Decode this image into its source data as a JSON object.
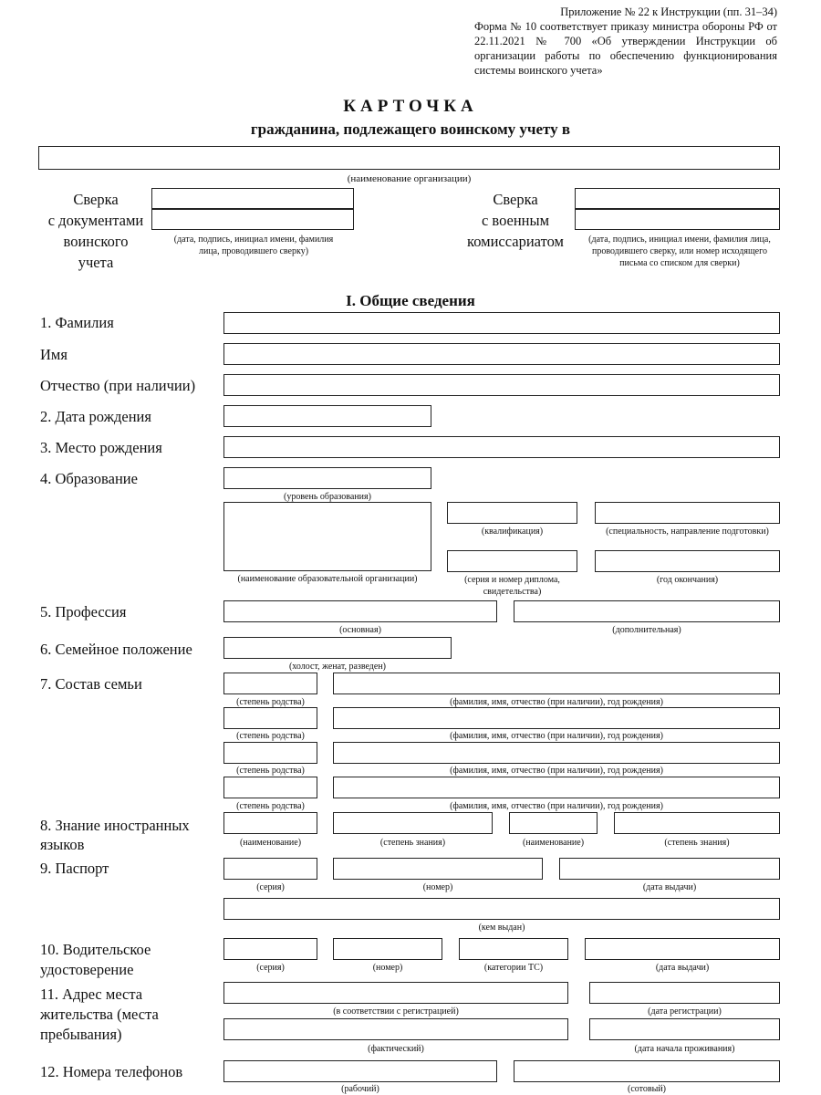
{
  "header": {
    "appendix": "Приложение № 22 к Инструкции (пп. 31–34)",
    "form_note": "Форма № 10 соответствует приказу министра обороны РФ от 22.11.2021 № 700 «Об утверждении Инструкции об организации работы по обеспечению функционирования системы воинского учета»"
  },
  "title": "КАРТОЧКА",
  "subtitle": "гражданина, подлежащего воинскому учету в",
  "org_caption": "(наименование организации)",
  "check_docs": {
    "label_lines": [
      "Сверка",
      "с документами",
      "воинского",
      "учета"
    ],
    "caption": "(дата, подпись, инициал имени, фамилия лица, проводившего сверку)"
  },
  "check_commissariat": {
    "label_lines": [
      "Сверка",
      "с военным",
      "комиссариатом"
    ],
    "caption": "(дата, подпись, инициал имени, фамилия лица, проводившего сверку, или номер исходящего письма со списком для сверки)"
  },
  "section1": "I. Общие сведения",
  "fields": {
    "surname": "1. Фамилия",
    "name": "Имя",
    "patronymic": "Отчество (при наличии)",
    "birth_date": "2. Дата рождения",
    "birth_place": "3. Место рождения",
    "education": "4. Образование",
    "edu_level": "(уровень образования)",
    "edu_qualification": "(квалификация)",
    "edu_specialty": "(специальность, направление подготовки)",
    "edu_org": "(наименование образовательной организации)",
    "edu_diploma": "(серия и номер диплома, свидетельства)",
    "edu_year": "(год окончания)",
    "profession": "5. Профессия",
    "prof_main": "(основная)",
    "prof_extra": "(дополнительная)",
    "marital": "6. Семейное положение",
    "marital_caption": "(холост, женат, разведен)",
    "family": "7. Состав семьи",
    "kinship": "(степень родства)",
    "family_person": "(фамилия, имя, отчество (при наличии), год рождения)",
    "languages_lines": [
      "8. Знание иностранных",
      "языков"
    ],
    "lang_name": "(наименование)",
    "lang_level": "(степень знания)",
    "passport": "9. Паспорт",
    "series": "(серия)",
    "number": "(номер)",
    "issue_date": "(дата выдачи)",
    "issued_by": "(кем выдан)",
    "license_lines": [
      "10. Водительское",
      "удостоверение"
    ],
    "vehicle_cat": "(категории ТС)",
    "address_lines": [
      "11. Адрес места",
      "жительства (места",
      "пребывания)"
    ],
    "addr_registered": "(в соответствии с регистрацией)",
    "reg_date": "(дата регистрации)",
    "addr_actual": "(фактический)",
    "living_start": "(дата начала проживания)",
    "phones": "12. Номера телефонов",
    "phone_work": "(рабочий)",
    "phone_mobile": "(сотовый)"
  }
}
